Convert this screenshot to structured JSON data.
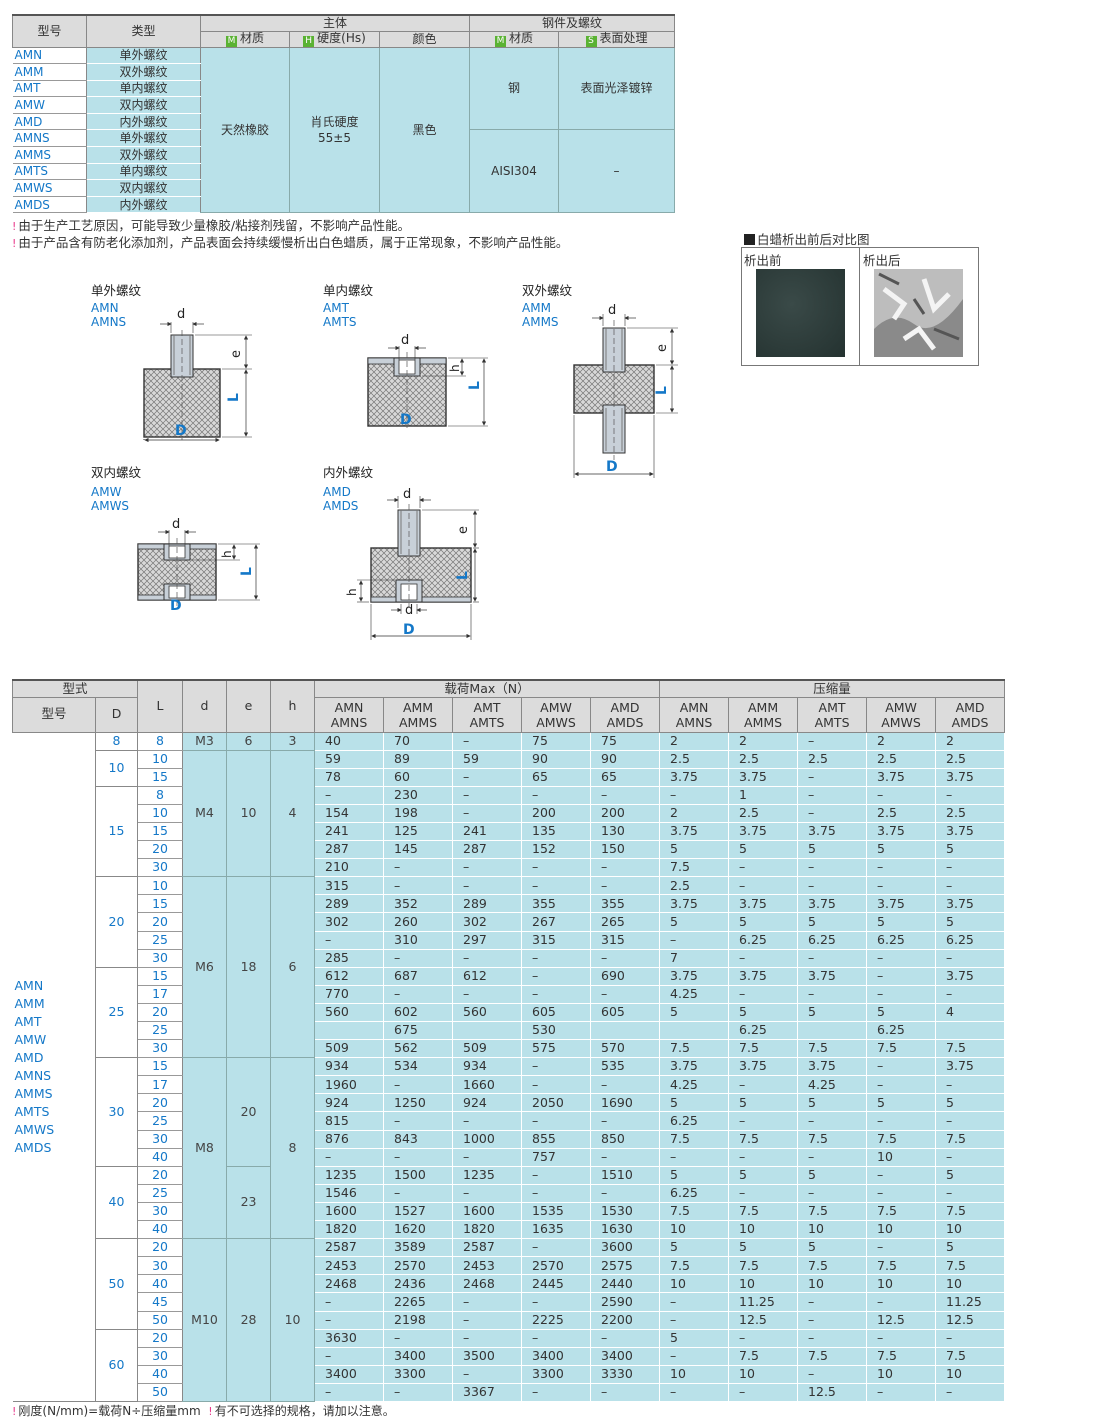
{
  "spec_table": {
    "header": {
      "model": "型号",
      "type": "类型",
      "body": "主体",
      "steel": "钢件及螺纹",
      "body_material": "材质",
      "hardness": "硬度(Hs)",
      "color": "颜色",
      "steel_material": "材质",
      "surface": "表面处理",
      "tag_m": "M",
      "tag_h": "H",
      "tag_s": "S"
    },
    "rows": [
      {
        "model": "AMN",
        "type": "单外螺纹"
      },
      {
        "model": "AMM",
        "type": "双外螺纹"
      },
      {
        "model": "AMT",
        "type": "单内螺纹"
      },
      {
        "model": "AMW",
        "type": "双内螺纹"
      },
      {
        "model": "AMD",
        "type": "内外螺纹"
      },
      {
        "model": "AMNS",
        "type": "单外螺纹"
      },
      {
        "model": "AMMS",
        "type": "双外螺纹"
      },
      {
        "model": "AMTS",
        "type": "单内螺纹"
      },
      {
        "model": "AMWS",
        "type": "双内螺纹"
      },
      {
        "model": "AMDS",
        "type": "内外螺纹"
      }
    ],
    "body_material": "天然橡胶",
    "hardness_line1": "肖氏硬度",
    "hardness_line2": "55±5",
    "color": "黑色",
    "steel_1": "钢",
    "surface_1": "表面光泽镀锌",
    "steel_2": "AISI304",
    "surface_2": "–"
  },
  "notes": {
    "mark": "!",
    "note1": "由于生产工艺原因，可能导致少量橡胶/粘接剂残留，不影响产品性能。",
    "note2": "由于产品含有防老化添加剂，产品表面会持续缓慢析出白色蜡质，属于正常现象，不影响产品性能。"
  },
  "comparison": {
    "title": "白蜡析出前后对比图",
    "before": "析出前",
    "after": "析出后"
  },
  "drawings": [
    {
      "title": "单外螺纹",
      "models": [
        "AMN",
        "AMNS"
      ]
    },
    {
      "title": "单内螺纹",
      "models": [
        "AMT",
        "AMTS"
      ]
    },
    {
      "title": "双外螺纹",
      "models": [
        "AMM",
        "AMMS"
      ]
    },
    {
      "title": "双内螺纹",
      "models": [
        "AMW",
        "AMWS"
      ]
    },
    {
      "title": "内外螺纹",
      "models": [
        "AMD",
        "AMDS"
      ]
    }
  ],
  "dim_labels": {
    "d": "d",
    "e": "e",
    "h": "h",
    "L": "L",
    "D": "D"
  },
  "data_table": {
    "header": {
      "form": "型式",
      "model": "型号",
      "D": "D",
      "L": "L",
      "d": "d",
      "e": "e",
      "h": "h",
      "load": "载荷Max（N）",
      "compress": "压缩量",
      "cols": [
        [
          "AMN",
          "AMNS"
        ],
        [
          "AMM",
          "AMMS"
        ],
        [
          "AMT",
          "AMTS"
        ],
        [
          "AMW",
          "AMWS"
        ],
        [
          "AMD",
          "AMDS"
        ]
      ]
    },
    "models": [
      "AMN",
      "AMM",
      "AMT",
      "AMW",
      "AMD",
      "AMNS",
      "AMMS",
      "AMTS",
      "AMWS",
      "AMDS"
    ],
    "groups": [
      {
        "D": "8",
        "rows": [
          {
            "L": "8",
            "load": [
              "40",
              "70",
              "–",
              "75",
              "75"
            ],
            "comp": [
              "2",
              "2",
              "–",
              "2",
              "2"
            ]
          }
        ]
      },
      {
        "D": "10",
        "rows": [
          {
            "L": "10",
            "load": [
              "59",
              "89",
              "59",
              "90",
              "90"
            ],
            "comp": [
              "2.5",
              "2.5",
              "2.5",
              "2.5",
              "2.5"
            ]
          },
          {
            "L": "15",
            "load": [
              "78",
              "60",
              "–",
              "65",
              "65"
            ],
            "comp": [
              "3.75",
              "3.75",
              "–",
              "3.75",
              "3.75"
            ]
          }
        ]
      },
      {
        "D": "15",
        "rows": [
          {
            "L": "8",
            "load": [
              "–",
              "230",
              "–",
              "–",
              "–"
            ],
            "comp": [
              "–",
              "1",
              "–",
              "–",
              "–"
            ]
          },
          {
            "L": "10",
            "load": [
              "154",
              "198",
              "–",
              "200",
              "200"
            ],
            "comp": [
              "2",
              "2.5",
              "–",
              "2.5",
              "2.5"
            ]
          },
          {
            "L": "15",
            "load": [
              "241",
              "125",
              "241",
              "135",
              "130"
            ],
            "comp": [
              "3.75",
              "3.75",
              "3.75",
              "3.75",
              "3.75"
            ]
          },
          {
            "L": "20",
            "load": [
              "287",
              "145",
              "287",
              "152",
              "150"
            ],
            "comp": [
              "5",
              "5",
              "5",
              "5",
              "5"
            ]
          },
          {
            "L": "30",
            "load": [
              "210",
              "–",
              "–",
              "–",
              "–"
            ],
            "comp": [
              "7.5",
              "–",
              "–",
              "–",
              "–"
            ]
          }
        ]
      },
      {
        "D": "20",
        "rows": [
          {
            "L": "10",
            "load": [
              "315",
              "–",
              "–",
              "–",
              "–"
            ],
            "comp": [
              "2.5",
              "–",
              "–",
              "–",
              "–"
            ]
          },
          {
            "L": "15",
            "load": [
              "289",
              "352",
              "289",
              "355",
              "355"
            ],
            "comp": [
              "3.75",
              "3.75",
              "3.75",
              "3.75",
              "3.75"
            ]
          },
          {
            "L": "20",
            "load": [
              "302",
              "260",
              "302",
              "267",
              "265"
            ],
            "comp": [
              "5",
              "5",
              "5",
              "5",
              "5"
            ]
          },
          {
            "L": "25",
            "load": [
              "–",
              "310",
              "297",
              "315",
              "315"
            ],
            "comp": [
              "–",
              "6.25",
              "6.25",
              "6.25",
              "6.25"
            ]
          },
          {
            "L": "30",
            "load": [
              "285",
              "–",
              "–",
              "–",
              "–"
            ],
            "comp": [
              "7",
              "–",
              "–",
              "–",
              "–"
            ]
          }
        ]
      },
      {
        "D": "25",
        "rows": [
          {
            "L": "15",
            "load": [
              "612",
              "687",
              "612",
              "–",
              "690"
            ],
            "comp": [
              "3.75",
              "3.75",
              "3.75",
              "–",
              "3.75"
            ]
          },
          {
            "L": "17",
            "load": [
              "770",
              "–",
              "–",
              "–",
              "–"
            ],
            "comp": [
              "4.25",
              "–",
              "–",
              "–",
              "–"
            ]
          },
          {
            "L": "20",
            "load": [
              "560",
              "602",
              "560",
              "605",
              "605"
            ],
            "comp": [
              "5",
              "5",
              "5",
              "5",
              "4"
            ]
          },
          {
            "L": "25",
            "load": [
              "",
              "675",
              "",
              "530",
              ""
            ],
            "comp": [
              "",
              "6.25",
              "",
              "6.25",
              ""
            ]
          },
          {
            "L": "30",
            "load": [
              "509",
              "562",
              "509",
              "575",
              "570"
            ],
            "comp": [
              "7.5",
              "7.5",
              "7.5",
              "7.5",
              "7.5"
            ]
          }
        ]
      },
      {
        "D": "30",
        "rows": [
          {
            "L": "15",
            "load": [
              "934",
              "534",
              "934",
              "–",
              "535"
            ],
            "comp": [
              "3.75",
              "3.75",
              "3.75",
              "–",
              "3.75"
            ]
          },
          {
            "L": "17",
            "load": [
              "1960",
              "–",
              "1660",
              "–",
              "–"
            ],
            "comp": [
              "4.25",
              "–",
              "4.25",
              "–",
              "–"
            ]
          },
          {
            "L": "20",
            "load": [
              "924",
              "1250",
              "924",
              "2050",
              "1690"
            ],
            "comp": [
              "5",
              "5",
              "5",
              "5",
              "5"
            ]
          },
          {
            "L": "25",
            "load": [
              "815",
              "–",
              "–",
              "–",
              "–"
            ],
            "comp": [
              "6.25",
              "–",
              "–",
              "–",
              "–"
            ]
          },
          {
            "L": "30",
            "load": [
              "876",
              "843",
              "1000",
              "855",
              "850"
            ],
            "comp": [
              "7.5",
              "7.5",
              "7.5",
              "7.5",
              "7.5"
            ]
          },
          {
            "L": "40",
            "load": [
              "–",
              "–",
              "–",
              "757",
              "–"
            ],
            "comp": [
              "–",
              "–",
              "–",
              "10",
              "–"
            ]
          }
        ]
      },
      {
        "D": "40",
        "rows": [
          {
            "L": "20",
            "load": [
              "1235",
              "1500",
              "1235",
              "–",
              "1510"
            ],
            "comp": [
              "5",
              "5",
              "5",
              "–",
              "5"
            ]
          },
          {
            "L": "25",
            "load": [
              "1546",
              "–",
              "–",
              "–",
              "–"
            ],
            "comp": [
              "6.25",
              "–",
              "–",
              "–",
              "–"
            ]
          },
          {
            "L": "30",
            "load": [
              "1600",
              "1527",
              "1600",
              "1535",
              "1530"
            ],
            "comp": [
              "7.5",
              "7.5",
              "7.5",
              "7.5",
              "7.5"
            ]
          },
          {
            "L": "40",
            "load": [
              "1820",
              "1620",
              "1820",
              "1635",
              "1630"
            ],
            "comp": [
              "10",
              "10",
              "10",
              "10",
              "10"
            ]
          }
        ]
      },
      {
        "D": "50",
        "rows": [
          {
            "L": "20",
            "load": [
              "2587",
              "3589",
              "2587",
              "–",
              "3600"
            ],
            "comp": [
              "5",
              "5",
              "5",
              "–",
              "5"
            ]
          },
          {
            "L": "30",
            "load": [
              "2453",
              "2570",
              "2453",
              "2570",
              "2575"
            ],
            "comp": [
              "7.5",
              "7.5",
              "7.5",
              "7.5",
              "7.5"
            ]
          },
          {
            "L": "40",
            "load": [
              "2468",
              "2436",
              "2468",
              "2445",
              "2440"
            ],
            "comp": [
              "10",
              "10",
              "10",
              "10",
              "10"
            ]
          },
          {
            "L": "45",
            "load": [
              "–",
              "2265",
              "–",
              "–",
              "2590"
            ],
            "comp": [
              "–",
              "11.25",
              "–",
              "–",
              "11.25"
            ]
          },
          {
            "L": "50",
            "load": [
              "–",
              "2198",
              "–",
              "2225",
              "2200"
            ],
            "comp": [
              "–",
              "12.5",
              "–",
              "12.5",
              "12.5"
            ]
          }
        ]
      },
      {
        "D": "60",
        "rows": [
          {
            "L": "20",
            "load": [
              "3630",
              "–",
              "–",
              "–",
              "–"
            ],
            "comp": [
              "5",
              "–",
              "–",
              "–",
              "–"
            ]
          },
          {
            "L": "30",
            "load": [
              "–",
              "3400",
              "3500",
              "3400",
              "3400"
            ],
            "comp": [
              "–",
              "7.5",
              "7.5",
              "7.5",
              "7.5"
            ]
          },
          {
            "L": "40",
            "load": [
              "3400",
              "3300",
              "–",
              "3300",
              "3330"
            ],
            "comp": [
              "10",
              "10",
              "–",
              "10",
              "10"
            ]
          },
          {
            "L": "50",
            "load": [
              "–",
              "–",
              "3367",
              "–",
              "–"
            ],
            "comp": [
              "–",
              "–",
              "12.5",
              "–",
              "–"
            ]
          }
        ]
      }
    ],
    "thread_groups": [
      {
        "d": "M3",
        "e": "6",
        "h": "3"
      },
      {
        "d": "M4",
        "e": "10",
        "h": "4"
      },
      {
        "d": "M6",
        "e": "18",
        "h": "6"
      },
      {
        "d": "M8",
        "e_a": "20",
        "e_b": "23",
        "h": "8"
      },
      {
        "d": "M10",
        "e": "28",
        "h": "10"
      }
    ]
  },
  "footer": {
    "mark": "!",
    "text1": "刚度(N/mm)=载荷N÷压缩量mm",
    "text2": "有不可选择的规格，请加以注意。"
  }
}
